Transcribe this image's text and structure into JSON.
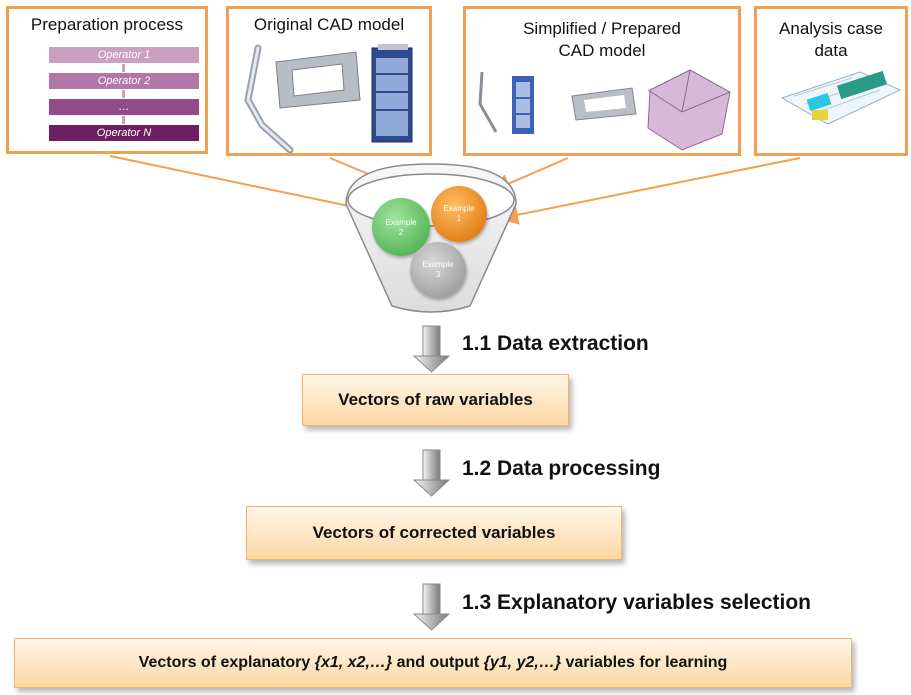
{
  "panels": {
    "prep": {
      "title": "Preparation process",
      "operators": [
        "Operator 1",
        "Operator 2",
        "…",
        "Operator N"
      ]
    },
    "original": {
      "title": "Original CAD model"
    },
    "simplified": {
      "title_line1": "Simplified  / Prepared",
      "title_line2": "CAD model"
    },
    "analysis": {
      "title_line1": "Analysis case",
      "title_line2": "data"
    }
  },
  "funnel": {
    "examples": [
      {
        "line1": "Example",
        "line2": "1",
        "color": "#e67e0c"
      },
      {
        "line1": "Example",
        "line2": "2",
        "color": "#5cc05c"
      },
      {
        "line1": "Example",
        "line2": "3",
        "color": "#a8a8a8"
      }
    ]
  },
  "steps": [
    {
      "label": "1.1 Data extraction"
    },
    {
      "label": "1.2 Data processing"
    },
    {
      "label": "1.3 Explanatory variables selection"
    }
  ],
  "boxes": {
    "raw": "Vectors of raw variables",
    "corrected": "Vectors of corrected variables",
    "final": {
      "part1": "Vectors of explanatory ",
      "part2": "{x1, x2,…}",
      "part3": " and output ",
      "part4": "{y1, y2,…}",
      "part5": " variables for learning"
    }
  },
  "colors": {
    "accent_orange": "#f0a050",
    "box_fill": "#fbd7a4"
  }
}
